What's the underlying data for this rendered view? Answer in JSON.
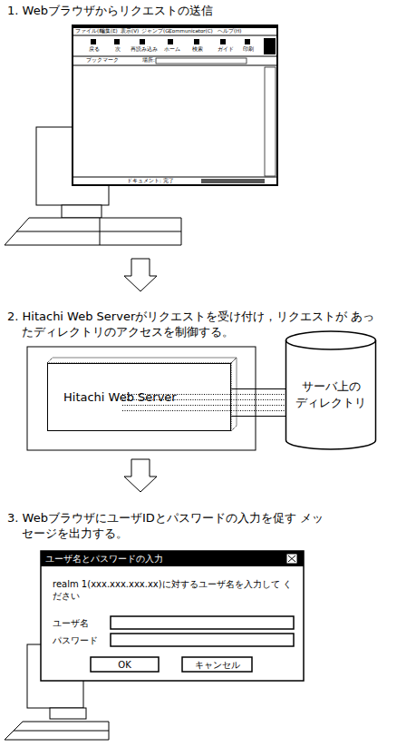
{
  "diagram": {
    "nodes": [
      {
        "text": [
          "Hitachi Web Server"
        ]
      },
      {
        "text": [
          "サーバ上の ディレクトリ"
        ]
      }
    ],
    "edges": [
      {
        "from": 0,
        "to": 1,
        "arrow": "none"
      }
    ],
    "labels": [
      "1. Webブラウザからリクエストの送信",
      "ファイル(F)",
      "編集(E)",
      "表示(V)",
      "ジャンプ(G)",
      "Communicator(C)",
      "ヘルプ(H)",
      "戻る",
      "次",
      "再読み込み",
      "ホーム",
      "検索",
      "ガイド",
      "印刷",
      "ブックマーク",
      "場所:",
      "ドキュメント: 完了",
      "2. Hitachi Web Serverがリクエストを受け付け，リクエストが あったディレクトリのアクセスを制御する。",
      "3. WebブラウザにユーザIDとパスワードの入力を促す メッセージを出力する。",
      "ユーザ名とパスワードの入力",
      "realm 1(xxx.xxx.xxx.xx)に対するユーザ名を入力して ください",
      "ユーザ名",
      "パスワード",
      "OK",
      "キャンセル"
    ]
  }
}
